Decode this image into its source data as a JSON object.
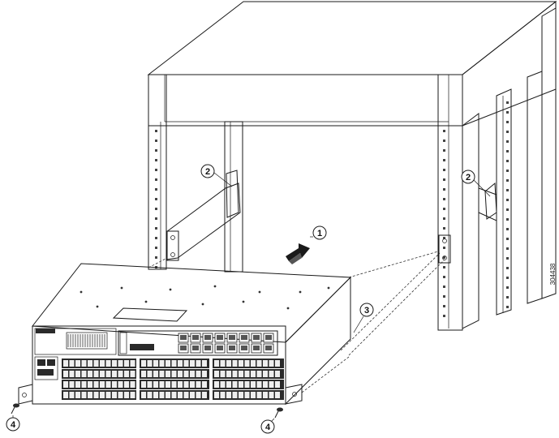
{
  "figure_id": "304438",
  "callouts": [
    {
      "id": "c1",
      "label": "1"
    },
    {
      "id": "c2a",
      "label": "2"
    },
    {
      "id": "c2b",
      "label": "2"
    },
    {
      "id": "c3",
      "label": "3"
    },
    {
      "id": "c4a",
      "label": "4"
    },
    {
      "id": "c4b",
      "label": "4"
    }
  ],
  "colors": {
    "line": "#1a1a1a",
    "panel_dark": "#2a2a2a",
    "panel_light": "#f2f2f2",
    "background": "#ffffff"
  }
}
